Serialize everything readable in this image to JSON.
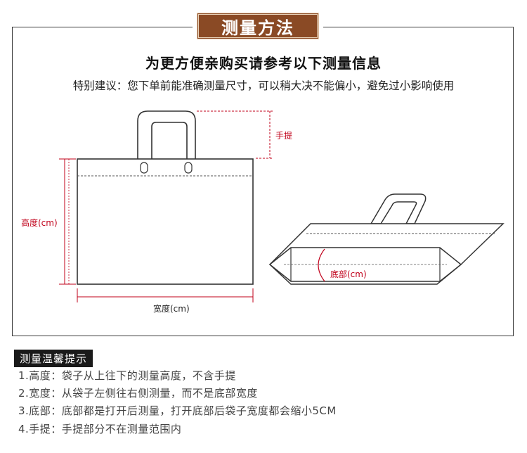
{
  "title": "测量方法",
  "heading": "为更方便亲购买请参考以下测量信息",
  "advice": "特别建议：您下单前能准确测量尺寸，可以稍大决不能偏小，避免过小影响使用",
  "diagram_labels": {
    "handle": "手提",
    "height": "高度(cm)",
    "width": "宽度(cm)",
    "bottom": "底部(cm)"
  },
  "colors": {
    "accent": "#8a4a25",
    "measure_line": "#c0001a",
    "tips_bg": "#1a1a1a"
  },
  "tips": {
    "title": "测量温馨提示",
    "items": [
      "1.高度：袋子从上往下的测量高度，不含手提",
      "2.宽度：从袋子左侧往右侧测量，而不是底部宽度",
      "3.底部：底部都是打开后测量，打开底部后袋子宽度都会缩小5CM",
      "4.手提：手提部分不在测量范围内"
    ]
  }
}
